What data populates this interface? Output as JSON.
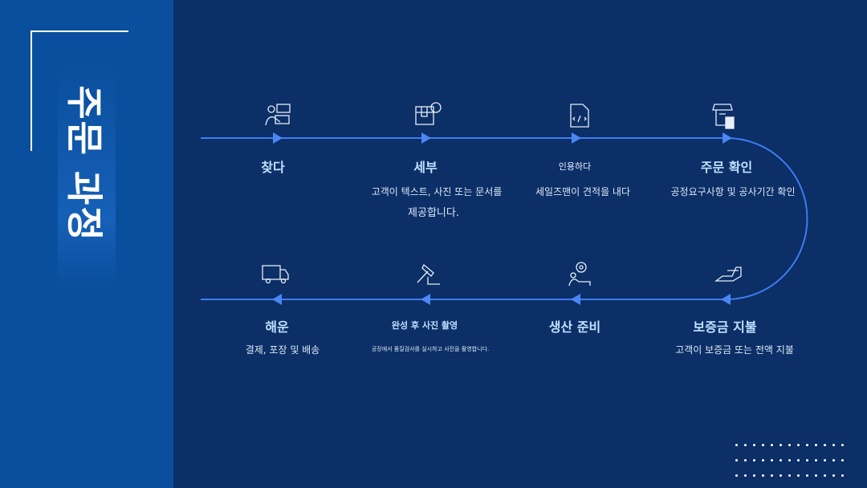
{
  "title": "주문 과정",
  "steps_top": [
    {
      "icon": "person-chat-icon",
      "title": "찾다",
      "desc": ""
    },
    {
      "icon": "package-discount-icon",
      "title": "세부",
      "desc": "고객이 텍스트, 사진 또는 문서를",
      "desc2": "제공합니다."
    },
    {
      "icon": "code-file-icon",
      "title": "인용하다",
      "desc": "세일즈맨이 견적을 내다"
    },
    {
      "icon": "shop-tap-icon",
      "title": "주문 확인",
      "desc": "공정요구사항 및 공사기간 확인"
    }
  ],
  "steps_bottom": [
    {
      "icon": "delivery-truck-icon",
      "title": "해운",
      "desc": "결제, 포장 및 배송"
    },
    {
      "icon": "hammer-icon",
      "title": "완성 후 사진 촬영",
      "desc": "공장에서 품질검사를 실시하고 사진을 촬영합니다."
    },
    {
      "icon": "worker-gear-icon",
      "title": "생산 준비",
      "desc": ""
    },
    {
      "icon": "payment-hand-icon",
      "title": "보증금 지불",
      "desc": "고객이 보증금 또는 전액 지불"
    }
  ],
  "colors": {
    "line": "#3f7bf2",
    "bg": "#0b2f66",
    "side": "#0a4f9d"
  }
}
